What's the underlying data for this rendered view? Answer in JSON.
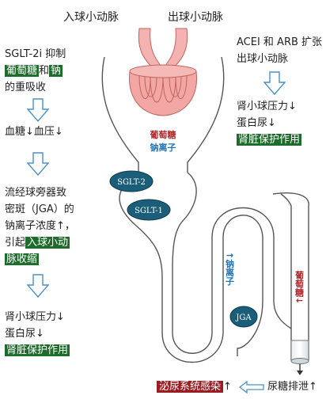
{
  "header": {
    "afferent_label": "入球小动脉",
    "efferent_label": "出球小动脉"
  },
  "left_panel": {
    "intro_line1": "SGLT-2i 抑制",
    "intro_hl1": "葡萄糖",
    "intro_mid": "和",
    "intro_hl2": "钠",
    "intro_line3": "的重吸收",
    "effect1": "血糖↓血压↓",
    "jga_line1": "流经球旁器致",
    "jga_line2": "密斑（JGA）的",
    "jga_line3": "钠离子浓度↑，",
    "jga_line4_prefix": "引起",
    "jga_hl1": "入球小动",
    "jga_hl2": "脉收缩",
    "result_line1": "肾小球压力↓",
    "result_line2": "蛋白尿↓",
    "result_hl": "肾脏保护作用"
  },
  "right_panel": {
    "line1": "ACEI 和 ARB 扩张",
    "line2": "出球小动脉",
    "result_line1": "肾小球压力↓",
    "result_line2": "蛋白尿↓",
    "result_hl": "肾脏保护作用"
  },
  "nephron": {
    "glucose_label": "葡萄糖",
    "sodium_label": "钠离子",
    "sglt2": "SGLT-2",
    "sglt1": "SGLT-1",
    "sodium_arrow_label": "↑钠离子",
    "jga": "JGA",
    "glucose_tubule_label": "葡萄糖↓"
  },
  "bottom": {
    "uti_label": "泌尿系统感染",
    "uti_arrow": "↑",
    "glycosuria": "尿糖排泄↑"
  },
  "colors": {
    "highlight_green": "#1e6b2c",
    "highlight_red": "#9b1d22",
    "node_teal": "#1b5e79",
    "arrow_blue": "#4a90c8",
    "glomerulus_pink": "#f2a7a4"
  }
}
